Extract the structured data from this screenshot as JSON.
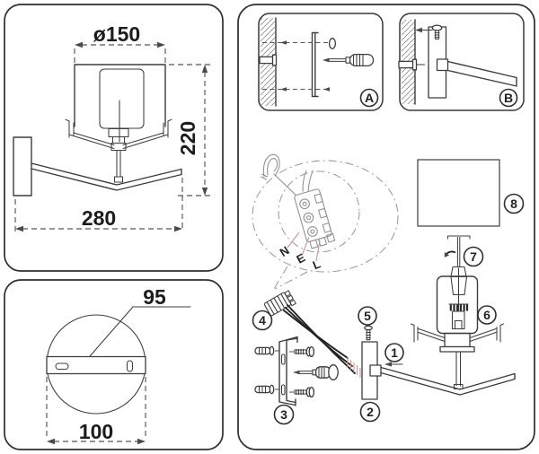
{
  "colors": {
    "background": "#ffffff",
    "ink": "#3d3d3d",
    "ink_light": "#8f8f8f",
    "wire_black": "#222222",
    "leader_red": "#c79595",
    "text": "#1c1c1c"
  },
  "side_view": {
    "diameter_label": "ø150",
    "height_label": "220",
    "width_label": "280"
  },
  "mount_view": {
    "bracket_label": "95",
    "base_label": "100"
  },
  "assembly": {
    "inset_a_label": "A",
    "inset_b_label": "B",
    "wiring": {
      "labels": [
        "N",
        "E",
        "L"
      ]
    },
    "steps": [
      "1",
      "2",
      "3",
      "4",
      "5",
      "6",
      "7",
      "8"
    ]
  }
}
